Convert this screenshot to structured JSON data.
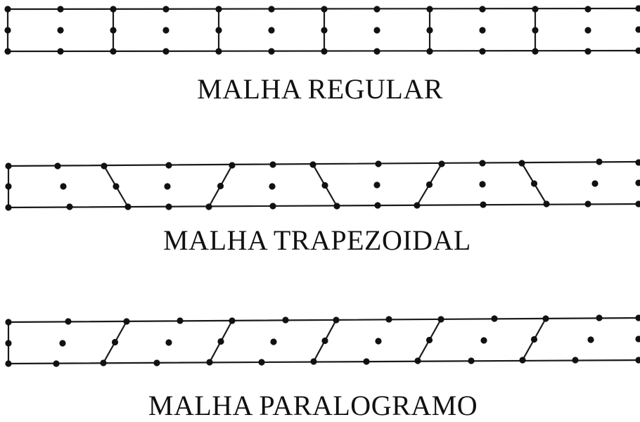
{
  "meshes": [
    {
      "id": "regular",
      "label": "MALHA REGULAR"
    },
    {
      "id": "trapezoidal",
      "label": "MALHA TRAPEZOIDAL"
    },
    {
      "id": "parallelogram",
      "label": "MALHA PARALOGRAMO"
    }
  ],
  "colors": {
    "line": "#1a1a1a",
    "node": "#111111",
    "background": "#ffffff"
  }
}
